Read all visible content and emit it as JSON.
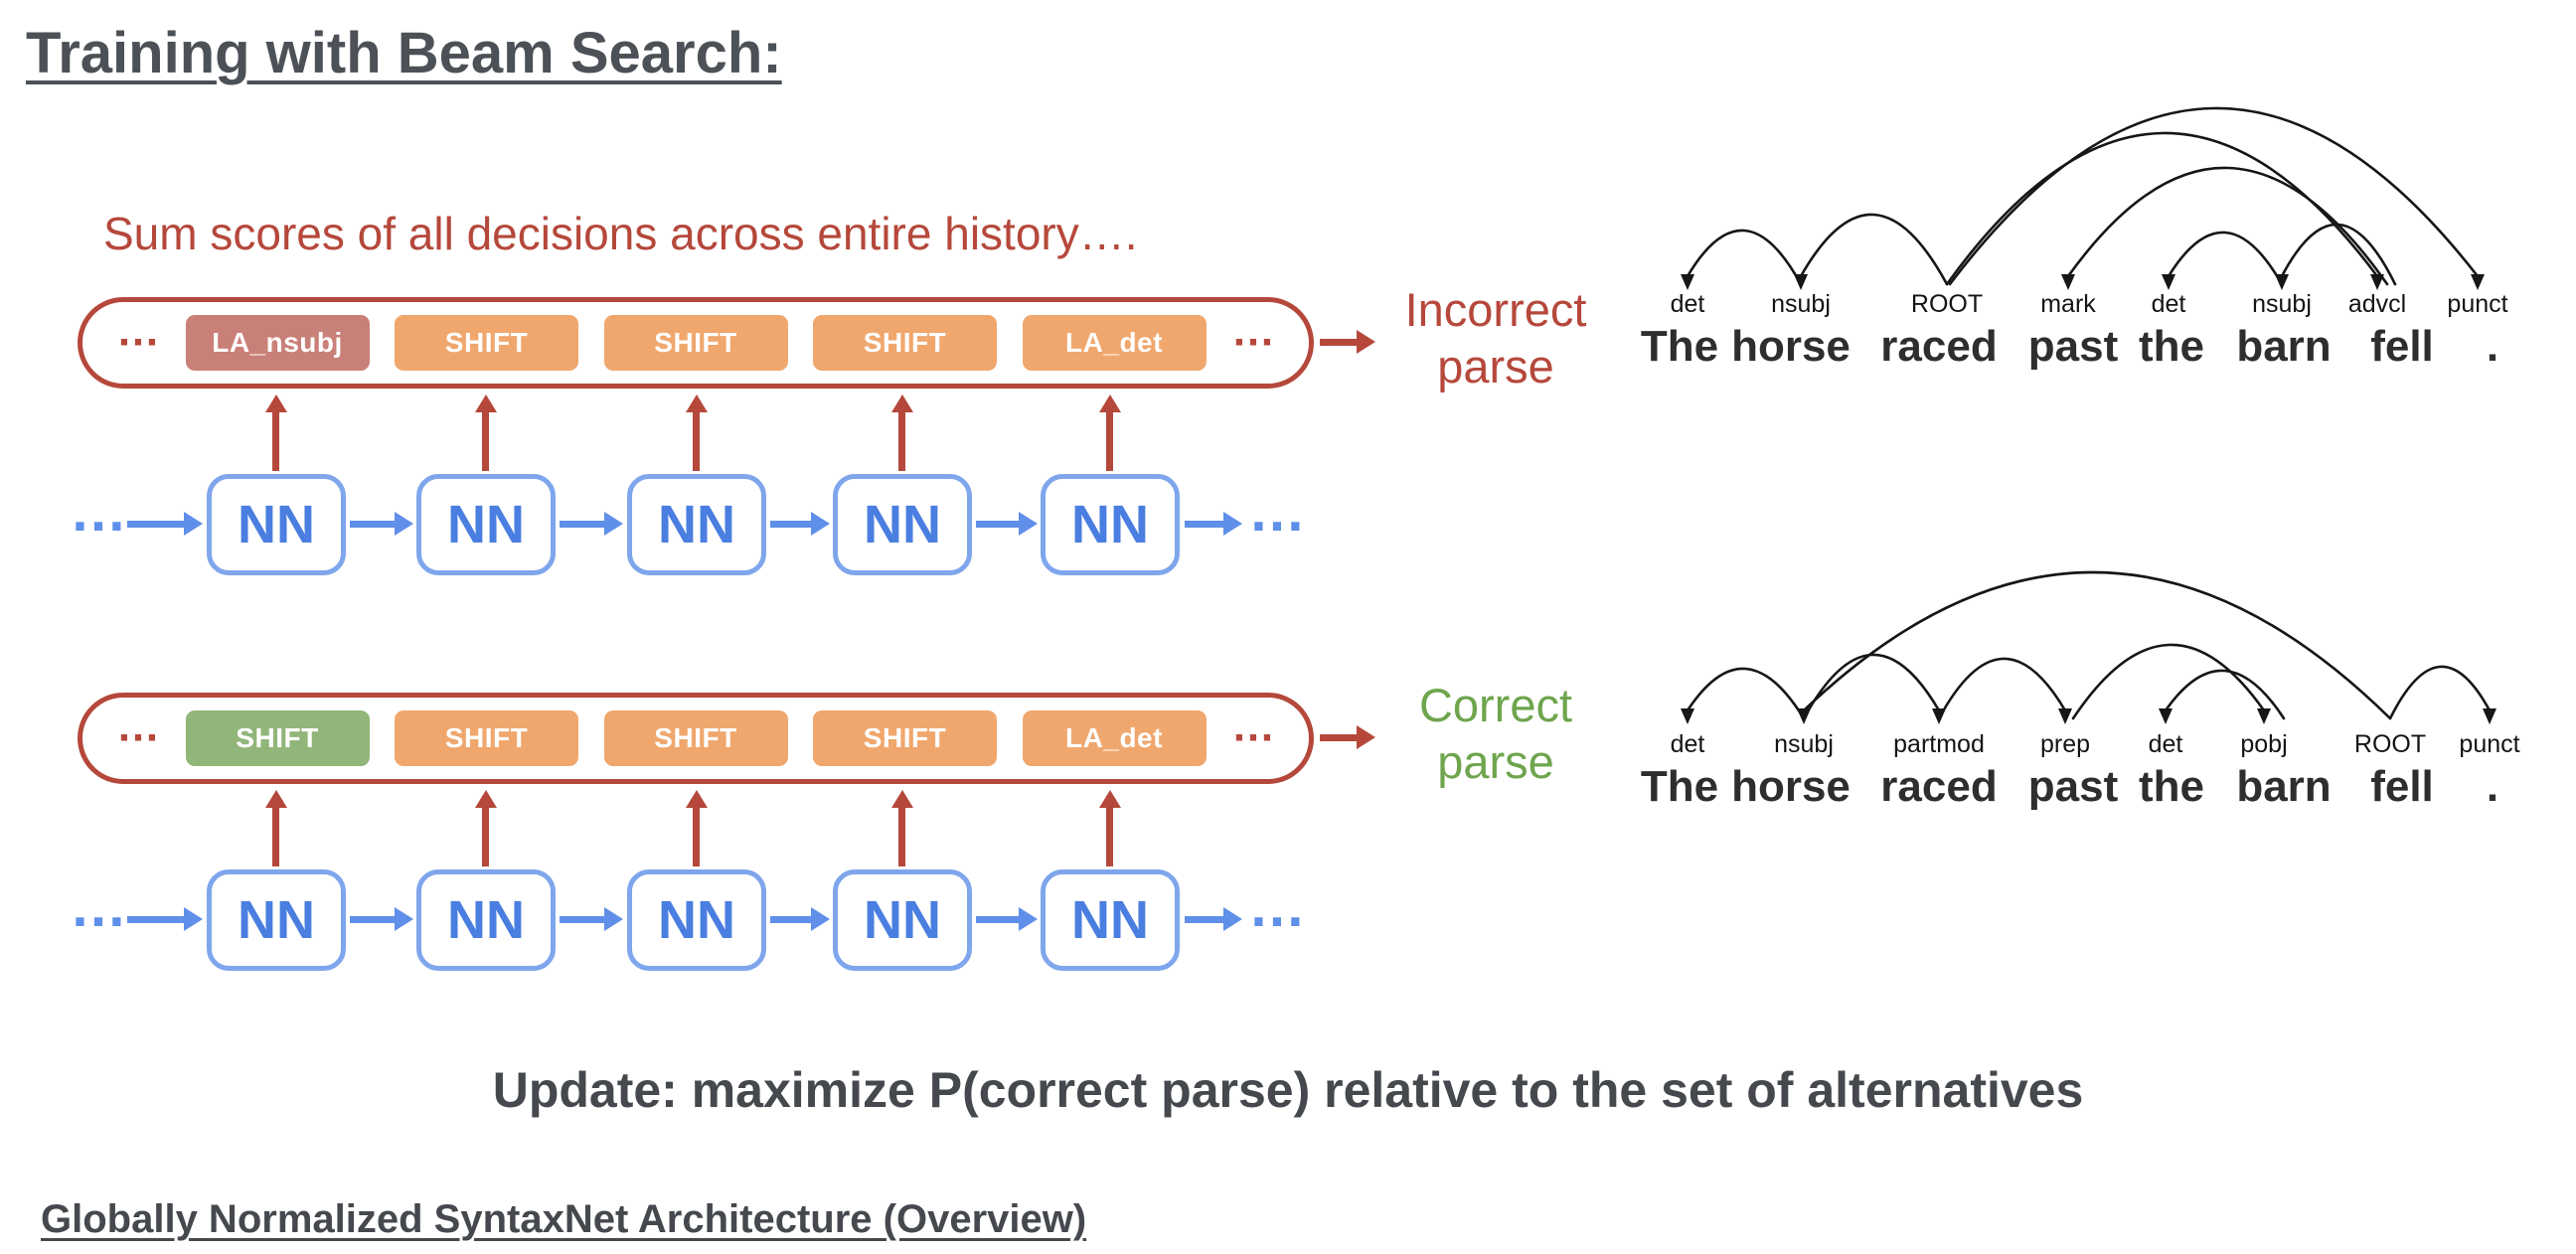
{
  "slide": {
    "title": "Training with Beam Search:",
    "subtitle": "Sum scores of all decisions across entire history….",
    "update": "Update: maximize P(correct parse) relative to the set of alternatives",
    "footer": "Globally Normalized SyntaxNet Architecture (Overview)"
  },
  "nn": "NN",
  "ellipsis": "…",
  "rows": [
    {
      "actions": [
        {
          "label": "LA_nsubj",
          "color": "salmon"
        },
        {
          "label": "SHIFT",
          "color": "orange"
        },
        {
          "label": "SHIFT",
          "color": "orange"
        },
        {
          "label": "SHIFT",
          "color": "orange"
        },
        {
          "label": "LA_det",
          "color": "orange"
        }
      ],
      "result_line1": "Incorrect",
      "result_line2": "parse"
    },
    {
      "actions": [
        {
          "label": "SHIFT",
          "color": "green"
        },
        {
          "label": "SHIFT",
          "color": "orange"
        },
        {
          "label": "SHIFT",
          "color": "orange"
        },
        {
          "label": "SHIFT",
          "color": "orange"
        },
        {
          "label": "LA_det",
          "color": "orange"
        }
      ],
      "result_line1": "Correct",
      "result_line2": "parse"
    }
  ],
  "parses": [
    {
      "labels": [
        "det",
        "nsubj",
        "ROOT",
        "mark",
        "det",
        "nsubj",
        "advcl",
        "punct"
      ],
      "words": [
        "The",
        "horse",
        "raced",
        "past",
        "the",
        "barn",
        "fell",
        "."
      ]
    },
    {
      "labels": [
        "det",
        "nsubj",
        "partmod",
        "prep",
        "det",
        "pobj",
        "ROOT",
        "punct"
      ],
      "words": [
        "The",
        "horse",
        "raced",
        "past",
        "the",
        "barn",
        "fell",
        "."
      ]
    }
  ],
  "colors": {
    "red": "#b5483b",
    "orange": "#f0a76d",
    "salmon": "#c98078",
    "green_box": "#92b67a",
    "green_text": "#6ea54d",
    "blue": "#5f8fe8",
    "blue_text": "#4a7ee0",
    "dark_text": "#45494e"
  }
}
